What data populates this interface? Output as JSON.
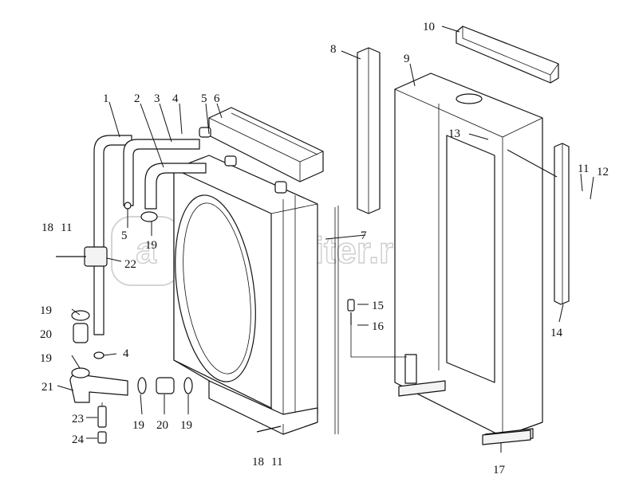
{
  "watermark": {
    "text": "autopiter.ru",
    "logo_glyph": "a"
  },
  "callouts": {
    "c1": "1",
    "c2": "2",
    "c3": "3",
    "c4a": "4",
    "c4b": "4",
    "c5a": "5",
    "c5b": "5",
    "c6": "6",
    "c7": "7",
    "c8": "8",
    "c9": "9",
    "c10": "10",
    "c11a": "11",
    "c11b": "11",
    "c11c": "11",
    "c12": "12",
    "c13": "13",
    "c14": "14",
    "c15": "15",
    "c16": "16",
    "c17": "17",
    "c18a": "18",
    "c18b": "18",
    "c19a": "19",
    "c19b": "19",
    "c19c": "19",
    "c19d": "19",
    "c19e": "19",
    "c20a": "20",
    "c20b": "20",
    "c21": "21",
    "c22": "22",
    "c23": "23",
    "c24": "24"
  }
}
